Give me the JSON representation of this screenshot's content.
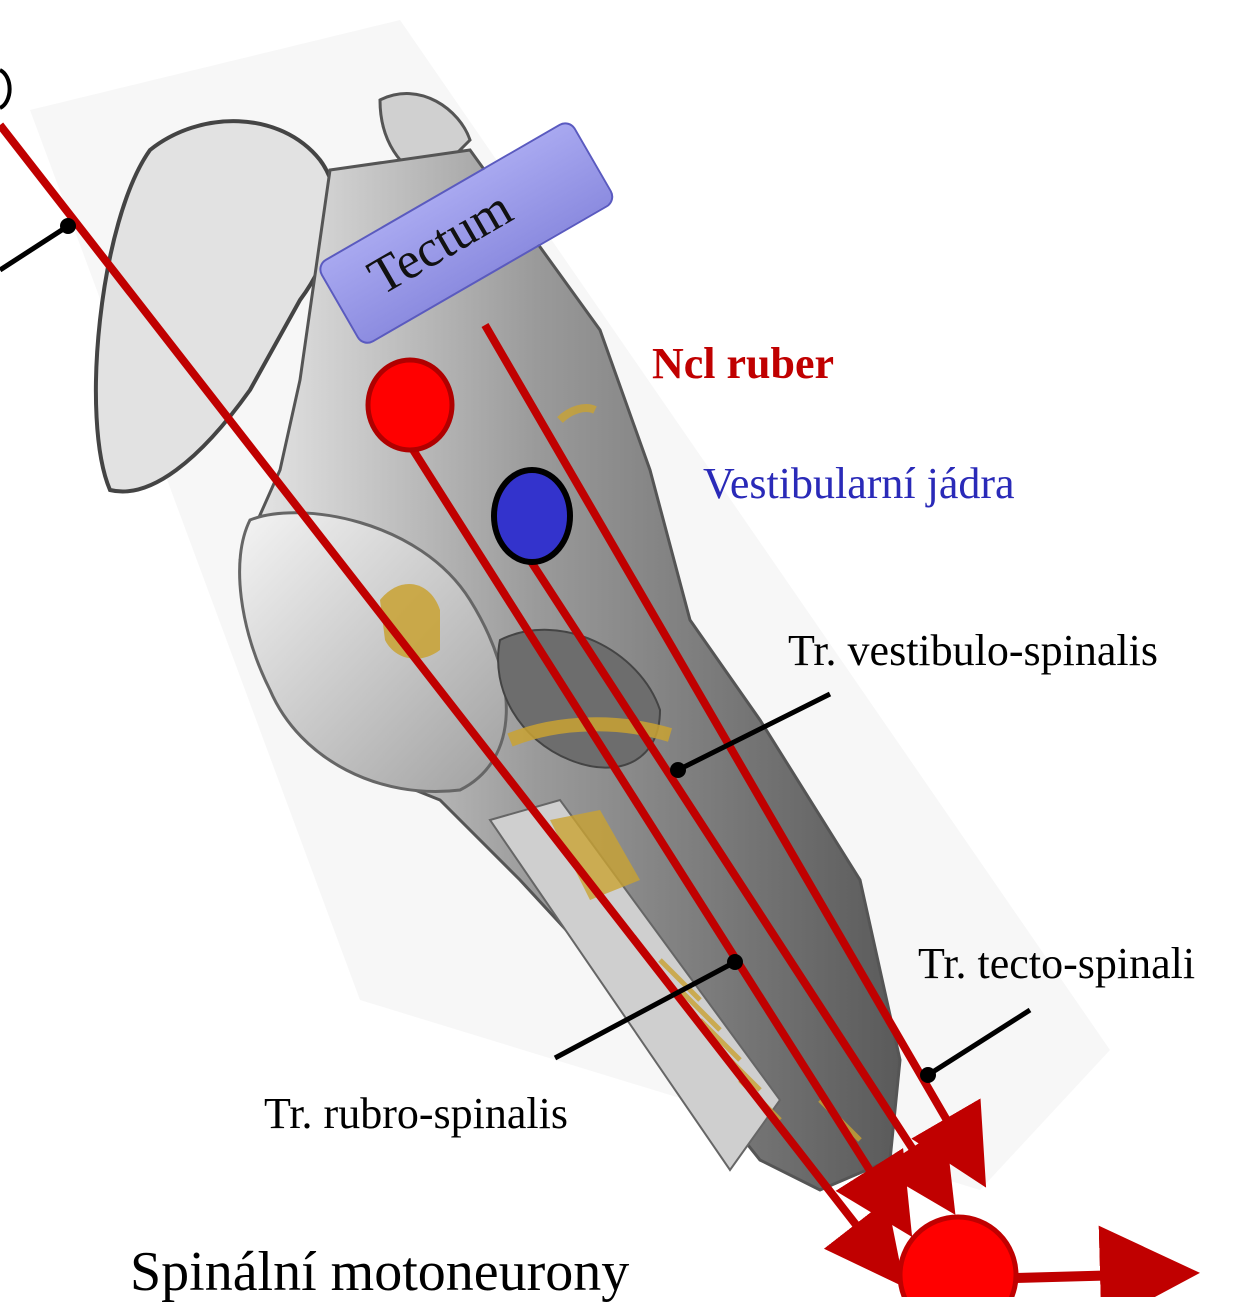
{
  "labels": {
    "tectum": "Tectum",
    "ncl_ruber": "Ncl ruber",
    "vestibular_nuclei": "Vestibularní jádra",
    "tr_vestibulo_spinalis": "Tr. vestibulo-spinalis",
    "tr_tecto_spinalis": "Tr. tecto-spinali",
    "tr_rubro_spinalis": "Tr. rubro-spinalis",
    "spinal_motoneurons": "Spinální motoneurony"
  },
  "colors": {
    "tract_red": "#c00000",
    "ncl_ruber_red": "#ff0000",
    "vestibular_blue": "#3333cc",
    "tectum_fill": "#9999e6",
    "brainstem_gray": "#8a8a8a",
    "nucleus_gold": "#c9a232"
  },
  "nodes": [
    {
      "name": "tectum",
      "shape": "rounded-box"
    },
    {
      "name": "ncl-ruber",
      "shape": "circle"
    },
    {
      "name": "vestibular-nuclei",
      "shape": "circle"
    },
    {
      "name": "spinal-motoneuron",
      "shape": "circle"
    }
  ],
  "edges": [
    {
      "from": "cortex",
      "to": "spinal-motoneuron",
      "style": "arrow"
    },
    {
      "from": "ncl-ruber",
      "to": "spinal-motoneuron",
      "style": "arrow"
    },
    {
      "from": "vestibular-nuclei",
      "to": "spinal-motoneuron",
      "style": "arrow"
    },
    {
      "from": "tectum",
      "to": "spinal-motoneuron",
      "style": "arrow"
    },
    {
      "from": "spinal-motoneuron",
      "to": "muscle",
      "style": "arrow"
    }
  ]
}
